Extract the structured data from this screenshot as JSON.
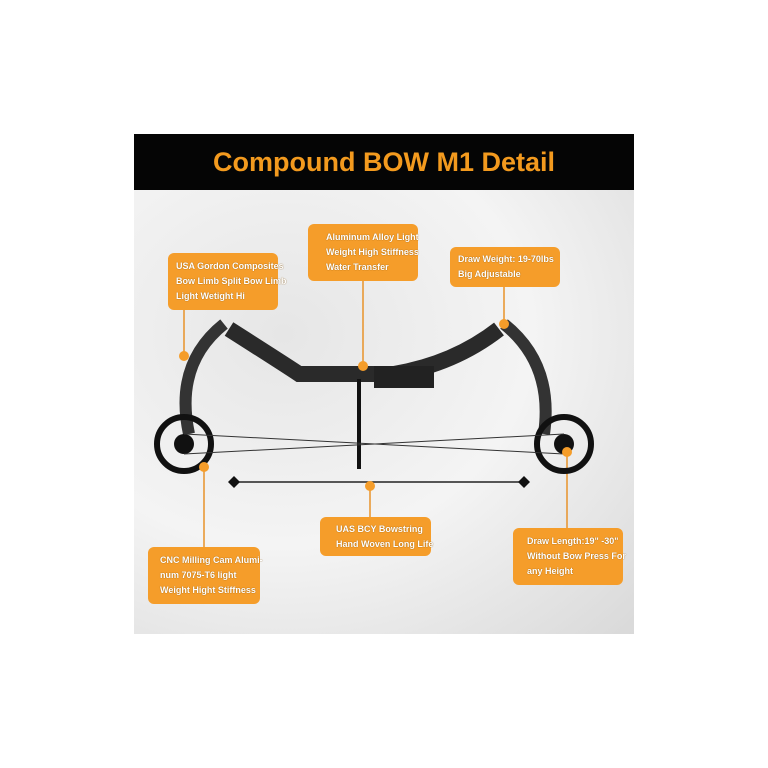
{
  "title": "Compound BOW M1 Detail",
  "colors": {
    "accent": "#f59d2a",
    "header_bg": "#050505",
    "title": "#f39a1e"
  },
  "callouts": [
    {
      "lines": [
        "USA Gordon  Composites",
        " Bow Limb Split Bow Limb",
        "Light Wetight Hi"
      ]
    },
    {
      "lines": [
        "Aluminum Alloy Light",
        "Weight High Stiffness",
        "Water Transfer"
      ]
    },
    {
      "lines": [
        "Draw Weight: 19-70lbs",
        "Big Adjustable"
      ]
    },
    {
      "lines": [
        "CNC Milling Cam Alumi-",
        "num 7075-T6 light",
        "Weight Hight Stiffness"
      ]
    },
    {
      "lines": [
        "UAS BCY Bowstring",
        "Hand Woven Long Life"
      ]
    },
    {
      "lines": [
        "Draw Length:19\"  -30\"",
        "Without Bow Press For",
        "any Height"
      ]
    }
  ]
}
